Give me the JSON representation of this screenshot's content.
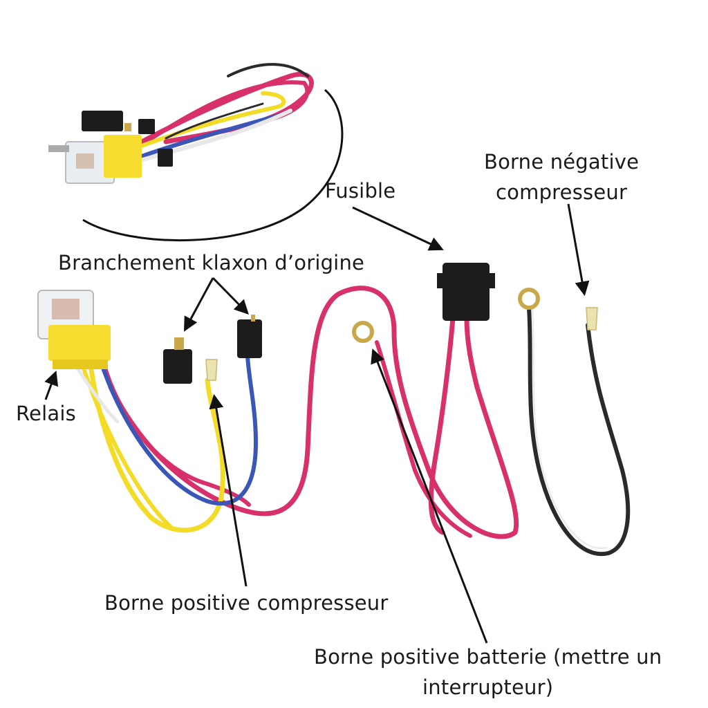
{
  "labels": {
    "fusible": "Fusible",
    "borne_negative_line1": "Borne négative",
    "borne_negative_line2": "compresseur",
    "branchement_klaxon": "Branchement klaxon d’origine",
    "relais": "Relais",
    "borne_positive_compresseur": "Borne positive compresseur",
    "borne_positive_batterie_line1": "Borne positive batterie (mettre un",
    "borne_positive_batterie_line2": "interrupteur)"
  },
  "colors": {
    "background": "#ffffff",
    "text": "#1a1a1a",
    "arrow": "#111111",
    "wire_red": "#d8306a",
    "wire_yellow": "#f2dc28",
    "wire_blue": "#3a57b8",
    "wire_black": "#2a2a2a",
    "wire_white": "#e8e8e8",
    "relay_yellow": "#f5dc2e",
    "connector_black": "#1c1c1c",
    "ring_terminal": "#c9a84c",
    "inset_circle": "#111111"
  }
}
